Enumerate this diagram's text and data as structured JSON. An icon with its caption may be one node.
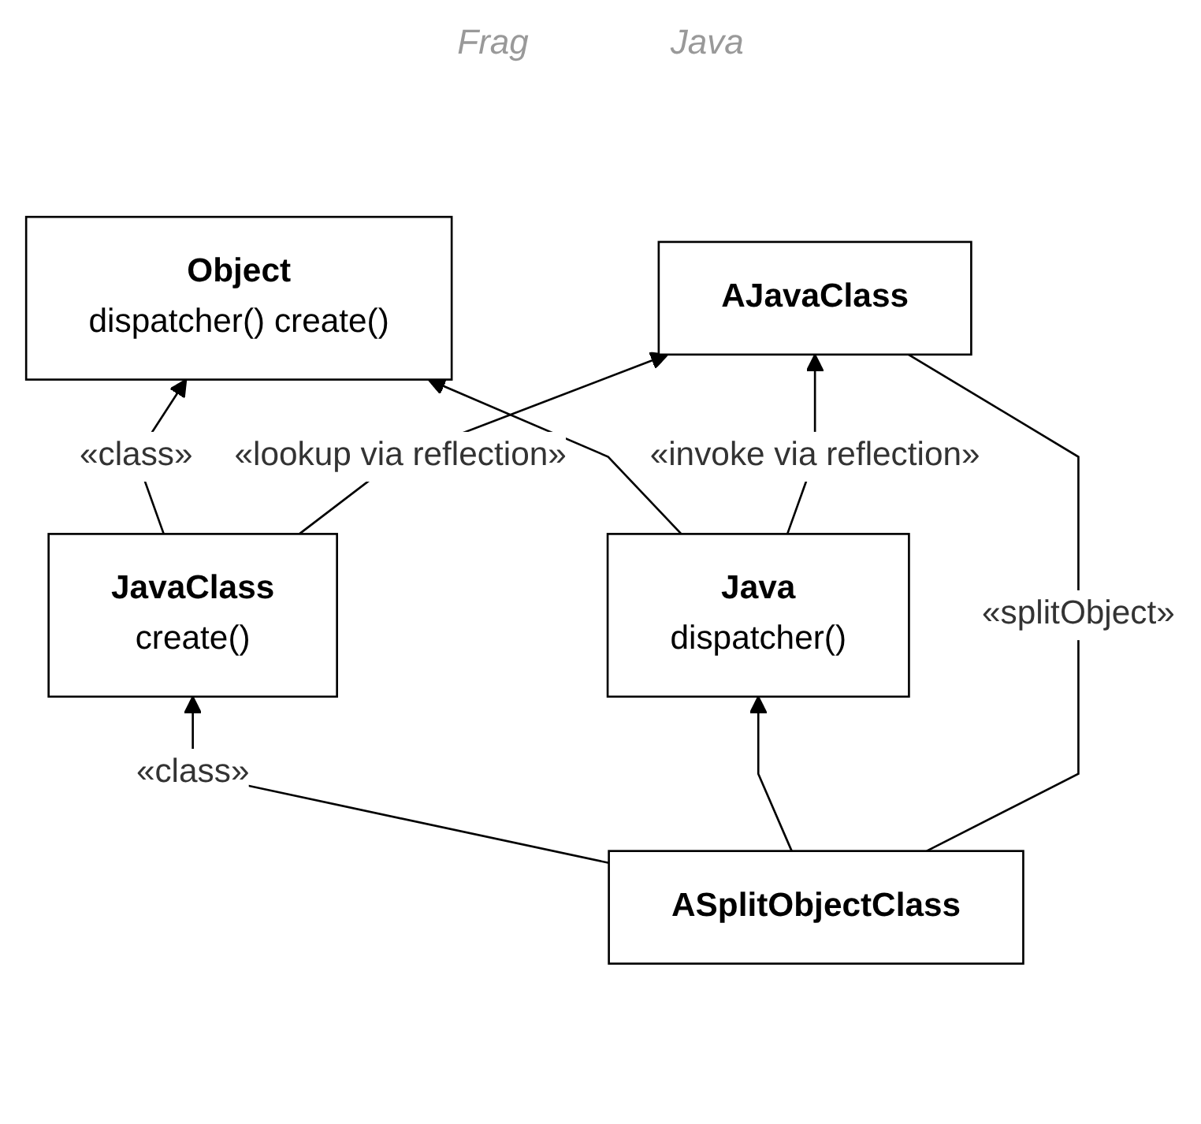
{
  "diagram": {
    "nodes": [
      {
        "text": [
          "Object",
          "dispatcher() create()"
        ]
      },
      {
        "text": [
          "JavaClass",
          "create()"
        ]
      },
      {
        "text": [
          "Java",
          "dispatcher()"
        ]
      },
      {
        "text": [
          "ASplitObjectClass"
        ]
      },
      {
        "text": [
          "AJavaClass"
        ]
      }
    ],
    "edges": [
      {
        "from": 1,
        "to": 0,
        "arrow": "to",
        "label": "«class»"
      },
      {
        "from": 2,
        "to": 0,
        "arrow": "to"
      },
      {
        "from": 2,
        "to": 4,
        "arrow": "to",
        "label": "«invoke via reflection»"
      },
      {
        "from": 3,
        "to": 1,
        "arrow": "to",
        "label": "«class»"
      },
      {
        "from": 3,
        "to": 2,
        "arrow": "to"
      },
      {
        "from": 3,
        "to": 4,
        "arrow": "none",
        "label": "«splitObject»"
      },
      {
        "from": 1,
        "to": 4,
        "arrow": "to",
        "label": "«lookup via reflection»"
      }
    ],
    "labels": [
      "Frag",
      "Java"
    ]
  }
}
